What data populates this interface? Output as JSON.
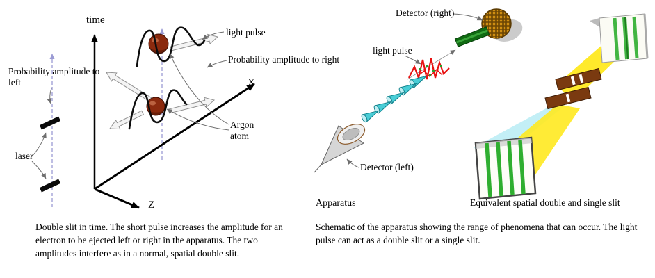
{
  "figure": {
    "left": {
      "axes": {
        "time": "time",
        "x": "X",
        "z": "Z"
      },
      "labels": {
        "light_pulse": "light pulse",
        "prob_right": "Probability amplitude to right",
        "prob_left": "Probability amplitude to left",
        "argon_atom": "Argon atom",
        "laser": "laser"
      },
      "caption": "Double slit in time.  The short pulse increases the amplitude for an electron to be ejected left or right in the apparatus. The two amplitudes interfere as in a normal, spatial double slit."
    },
    "right": {
      "labels": {
        "detector_right": "Detector (right)",
        "light_pulse": "light pulse",
        "detector_left": "Detector (left)",
        "apparatus": "Apparatus",
        "equivalent": "Equivalent spatial double and single slit"
      },
      "caption": "Schematic of the apparatus showing the range of phenomena that can occur.  The light pulse can act as a double slit or a single slit."
    },
    "colors": {
      "dashed_axis": "#9b9bd4",
      "sphere": "#8b2a0e",
      "pulse_red": "#e81111",
      "cone_cyan": "#49cdd6",
      "beam_yellow": "#ffe920",
      "slit_brown": "#7a3a10",
      "stripe_green": "#2fae2f",
      "detector_green": "#106a12",
      "mesh_orange": "#cf8e12"
    }
  }
}
